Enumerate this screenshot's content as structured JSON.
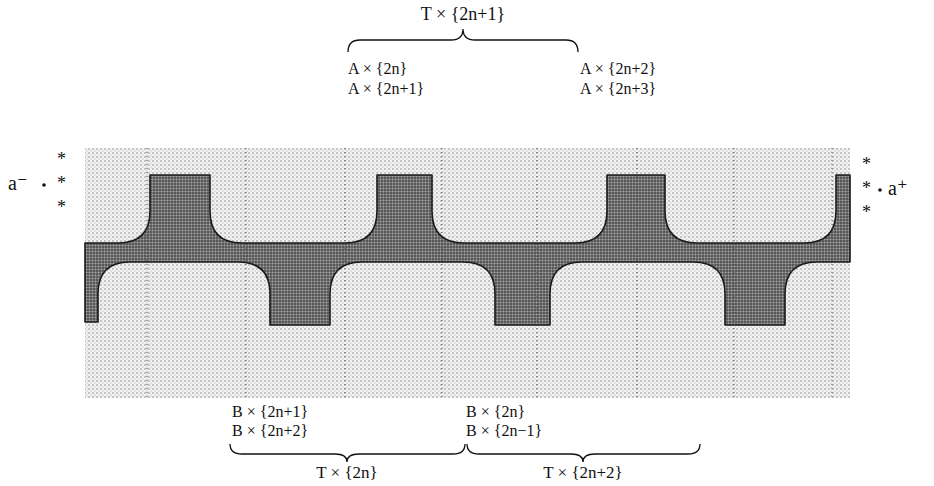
{
  "diagram": {
    "labels": [
      "T × {2n+1}",
      "A × {2n}",
      "A × {2n+1}",
      "A × {2n+2}",
      "A × {2n+3}",
      "a⁻",
      "*",
      "*",
      "*",
      "*",
      "*",
      "*",
      "a⁺",
      "B × {2n+1}",
      "B × {2n+2}",
      "B × {2n}",
      "B × {2n−1}",
      "T × {2n}",
      "T × {2n+2}"
    ]
  }
}
